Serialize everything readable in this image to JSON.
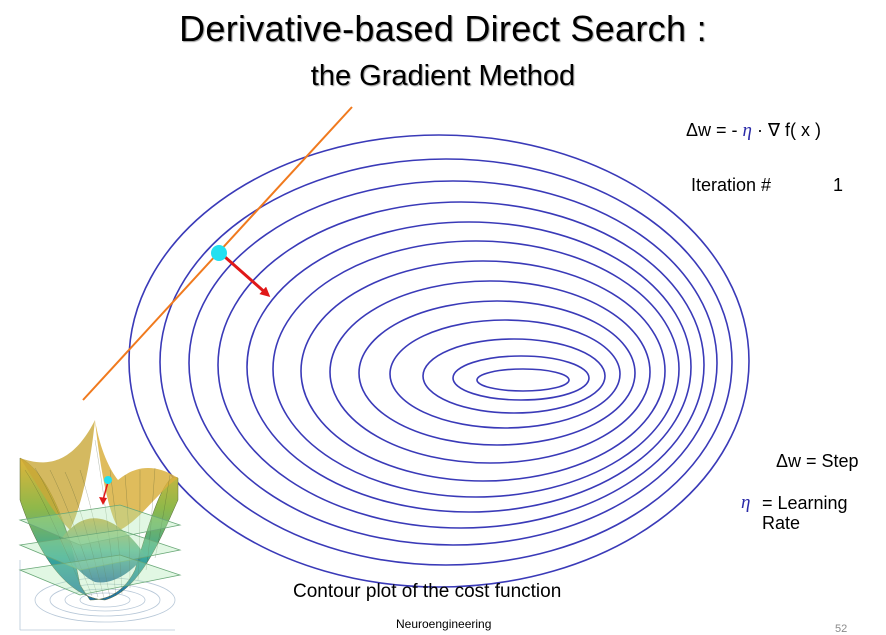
{
  "slide": {
    "title": "Derivative-based Direct Search :",
    "subtitle": "the Gradient Method",
    "formula": {
      "prefix": "Δw = - ",
      "eta": "η",
      "suffix": " · ∇ f( x )"
    },
    "iteration": {
      "label": "Iteration #",
      "value": "1"
    },
    "legend": {
      "step": "Δw = Step",
      "eta_symbol": "η",
      "eta_text": "= Learning Rate"
    },
    "caption": "Contour plot of the cost function",
    "footer": "Neuroengineering",
    "page_number": "52"
  },
  "colors": {
    "contour": "#3a3ab8",
    "tangent_line": "#f07a1e",
    "current_point": "#22e0f0",
    "gradient_arrow": "#e01818"
  },
  "icons": {
    "surface_inset": "3d-paraboloid-surface-image"
  }
}
